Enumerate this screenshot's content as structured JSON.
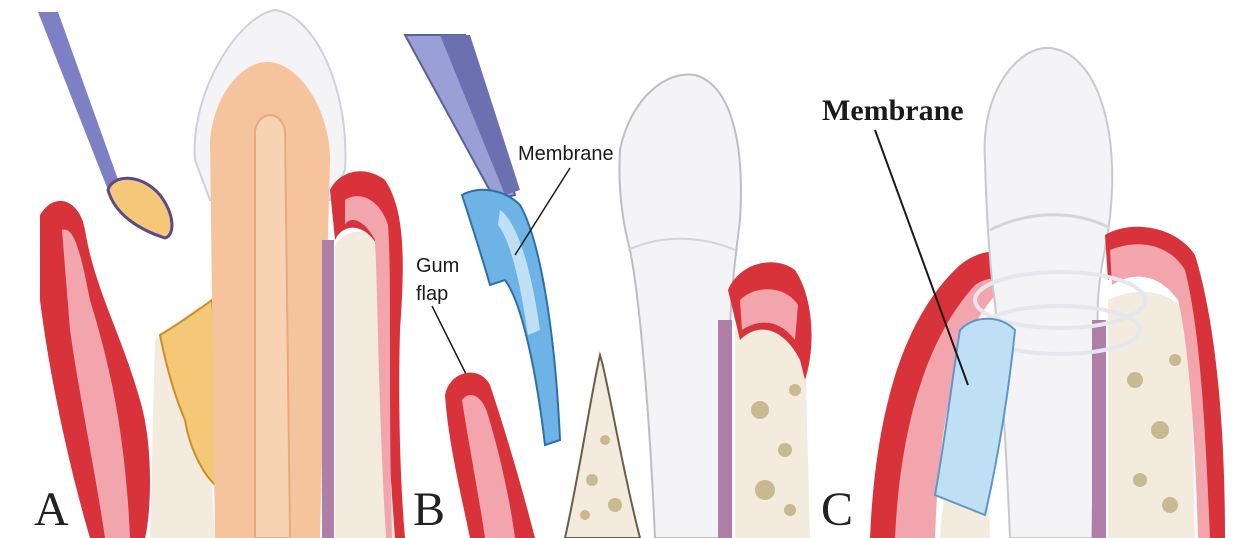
{
  "panels": [
    {
      "letter": "A",
      "labels": []
    },
    {
      "letter": "B",
      "labels": {
        "membrane": "Membrane",
        "gum_flap_line1": "Gum",
        "gum_flap_line2": "flap"
      }
    },
    {
      "letter": "C",
      "labels": {
        "membrane": "Membrane"
      }
    }
  ],
  "colors": {
    "gum_dark": "#d8323a",
    "gum_light": "#f3a5ad",
    "dentin": "#f6c49c",
    "enamel": "#f4f4f6",
    "bone": "#f3ebdd",
    "bone_dots": "#c9b98f",
    "ligament": "#b07fa8",
    "instrument": "#7d80c4",
    "membrane_blue": "#6eb3e6",
    "membrane_light": "#bfe0f4",
    "graft": "#f4c876"
  },
  "icons": [
    "curette-icon",
    "forceps-icon",
    "suture-icon"
  ]
}
